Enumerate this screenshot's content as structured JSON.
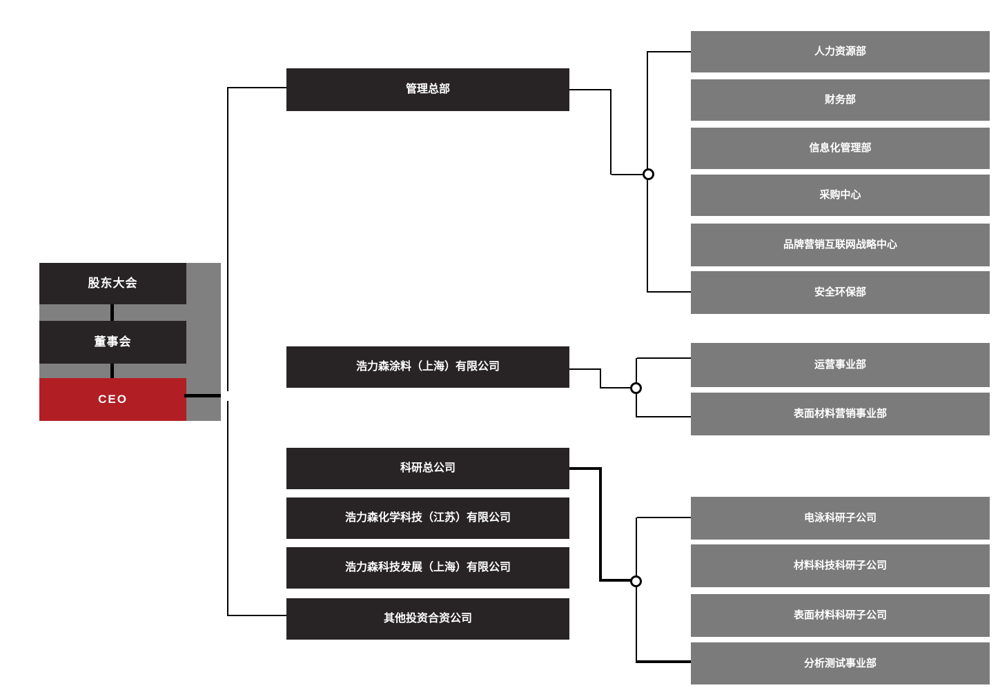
{
  "governance": {
    "shareholders": "股东大会",
    "board": "董事会",
    "ceo": "CEO"
  },
  "divisions": [
    {
      "label": "管理总部",
      "departments": [
        "人力资源部",
        "财务部",
        "信息化管理部",
        "采购中心",
        "品牌营销互联网战略中心",
        "安全环保部"
      ]
    },
    {
      "label": "浩力森涂料（上海）有限公司",
      "departments": [
        "运营事业部",
        "表面材料营销事业部"
      ]
    },
    {
      "label": "科研总公司",
      "departments": [
        "电泳科研子公司",
        "材料科技科研子公司",
        "表面材料科研子公司",
        "分析测试事业部"
      ]
    },
    {
      "label": "浩力森化学科技（江苏）有限公司",
      "departments": []
    },
    {
      "label": "浩力森科技发展（上海）有限公司",
      "departments": []
    },
    {
      "label": "其他投资合资公司",
      "departments": []
    }
  ],
  "colors": {
    "dark_box": "#282425",
    "ceo_red": "#b11e24",
    "gray_box": "#7b7b7b",
    "gray_panel": "#808080",
    "connector": "#000000"
  }
}
